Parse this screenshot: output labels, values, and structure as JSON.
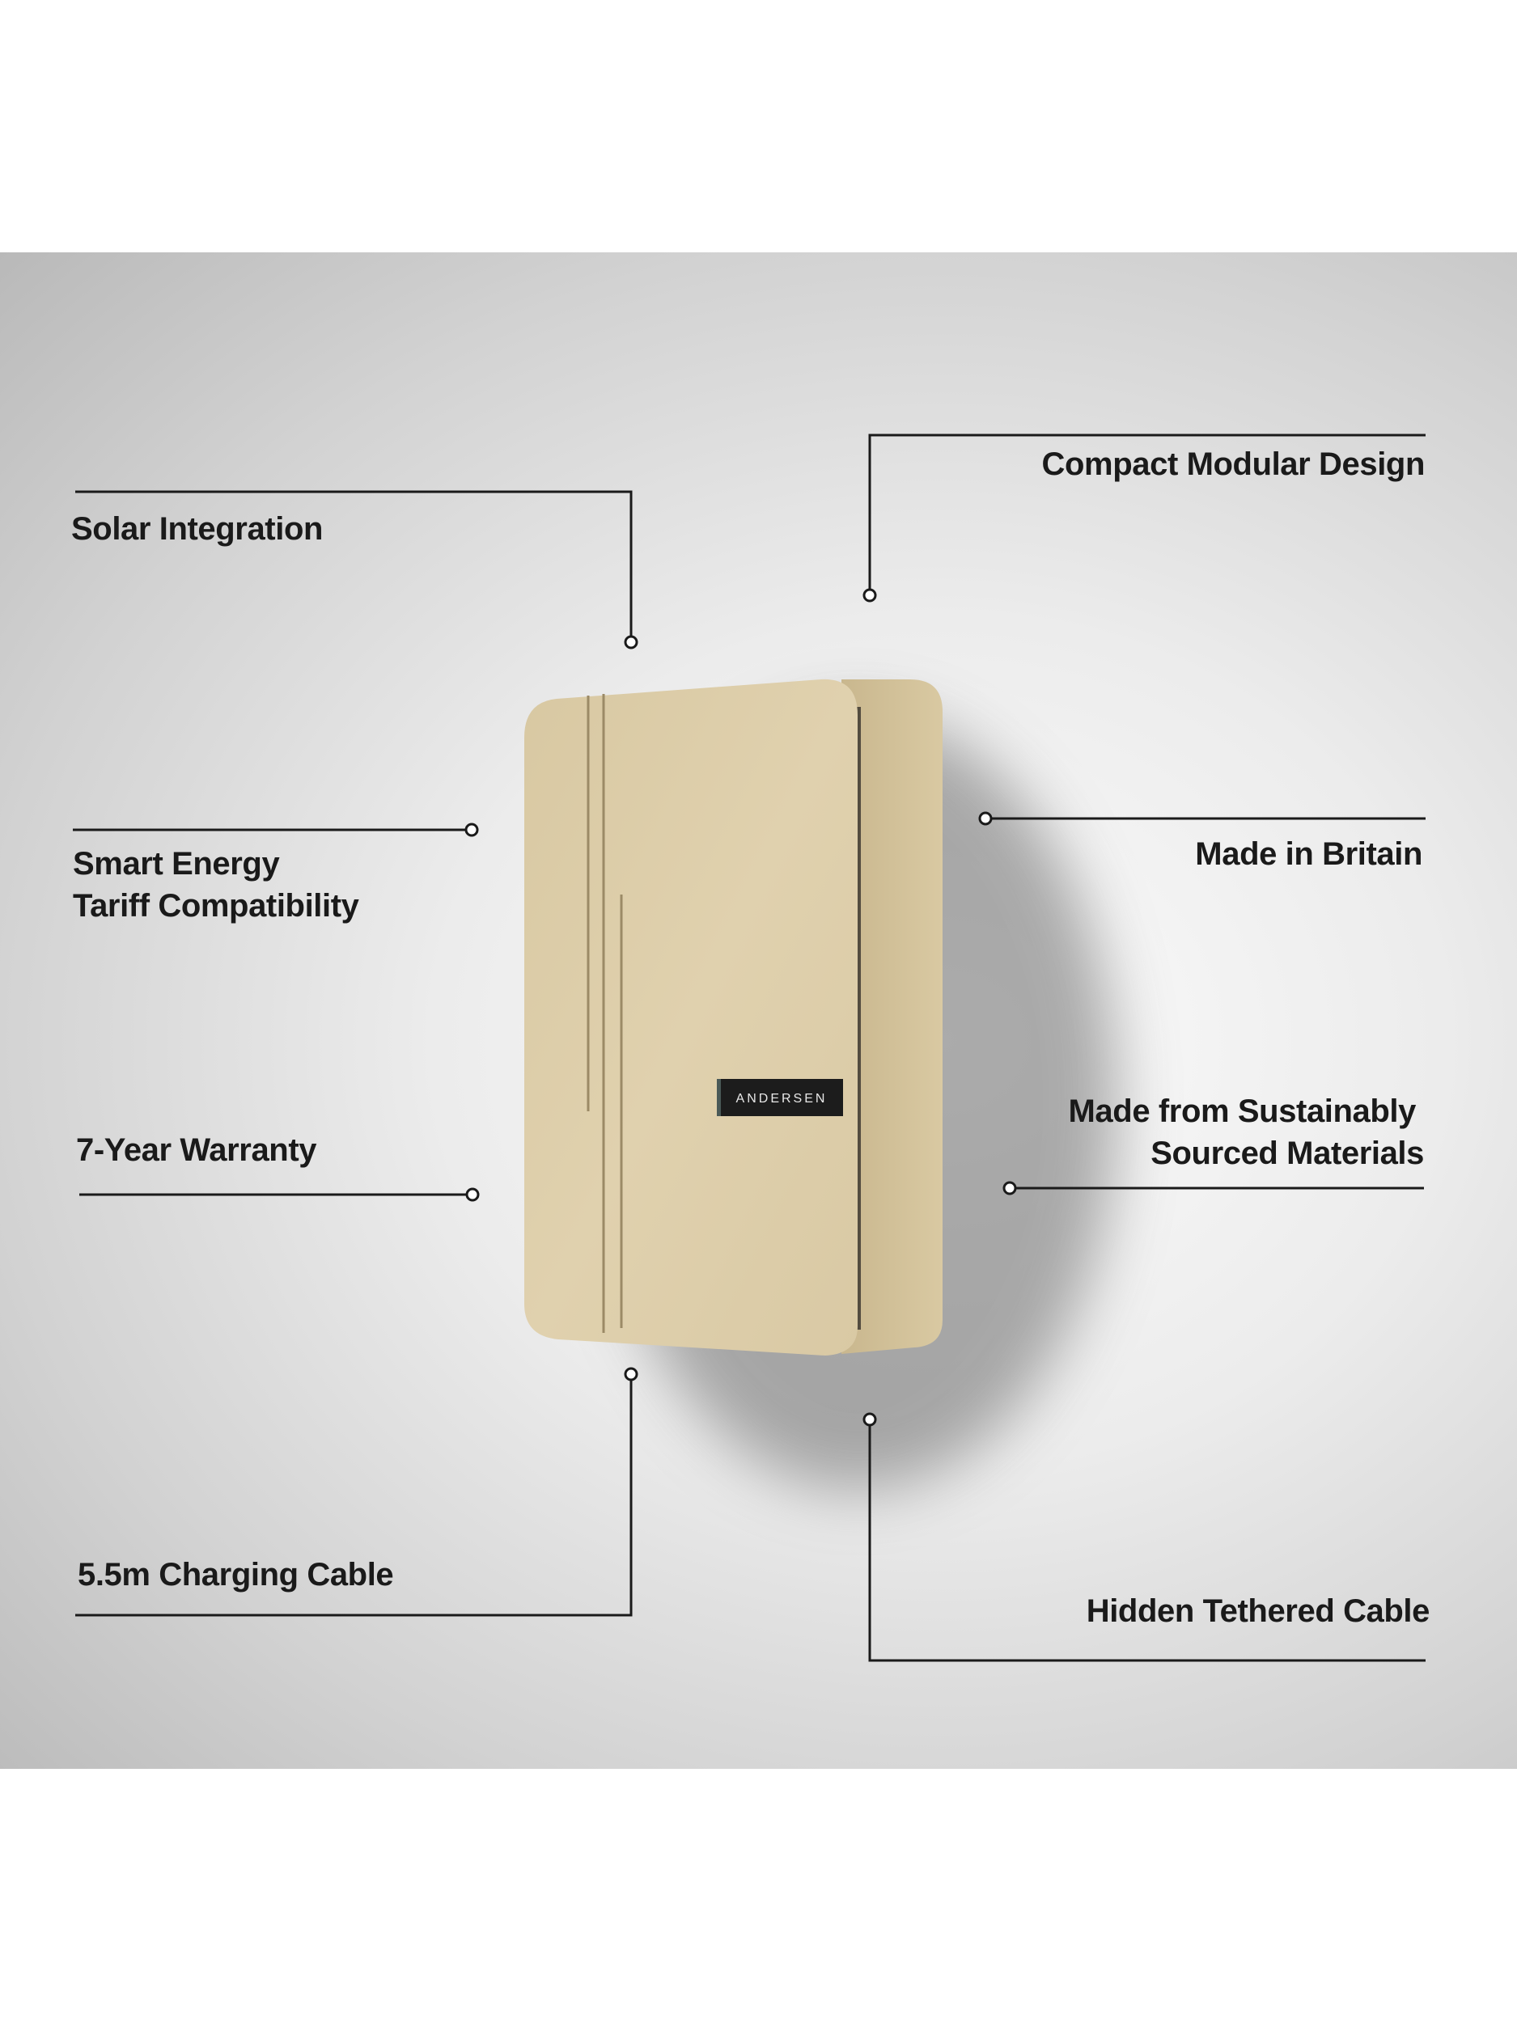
{
  "features": {
    "solar": "Solar Integration",
    "smart_line1": "Smart Energy",
    "smart_line2": "Tariff Compatibility",
    "warranty": "7-Year Warranty",
    "cable_length": "5.5m Charging Cable",
    "compact": "Compact Modular Design",
    "britain": "Made in Britain",
    "sustainable_line1": "Made from Sustainably",
    "sustainable_line2": "Sourced Materials",
    "hidden_cable": "Hidden Tethered Cable"
  },
  "product": {
    "brand": "ANDERSEN",
    "body_color": "#dccca8",
    "side_color": "#cdbb92"
  },
  "colors": {
    "line": "#1a1a1a"
  }
}
